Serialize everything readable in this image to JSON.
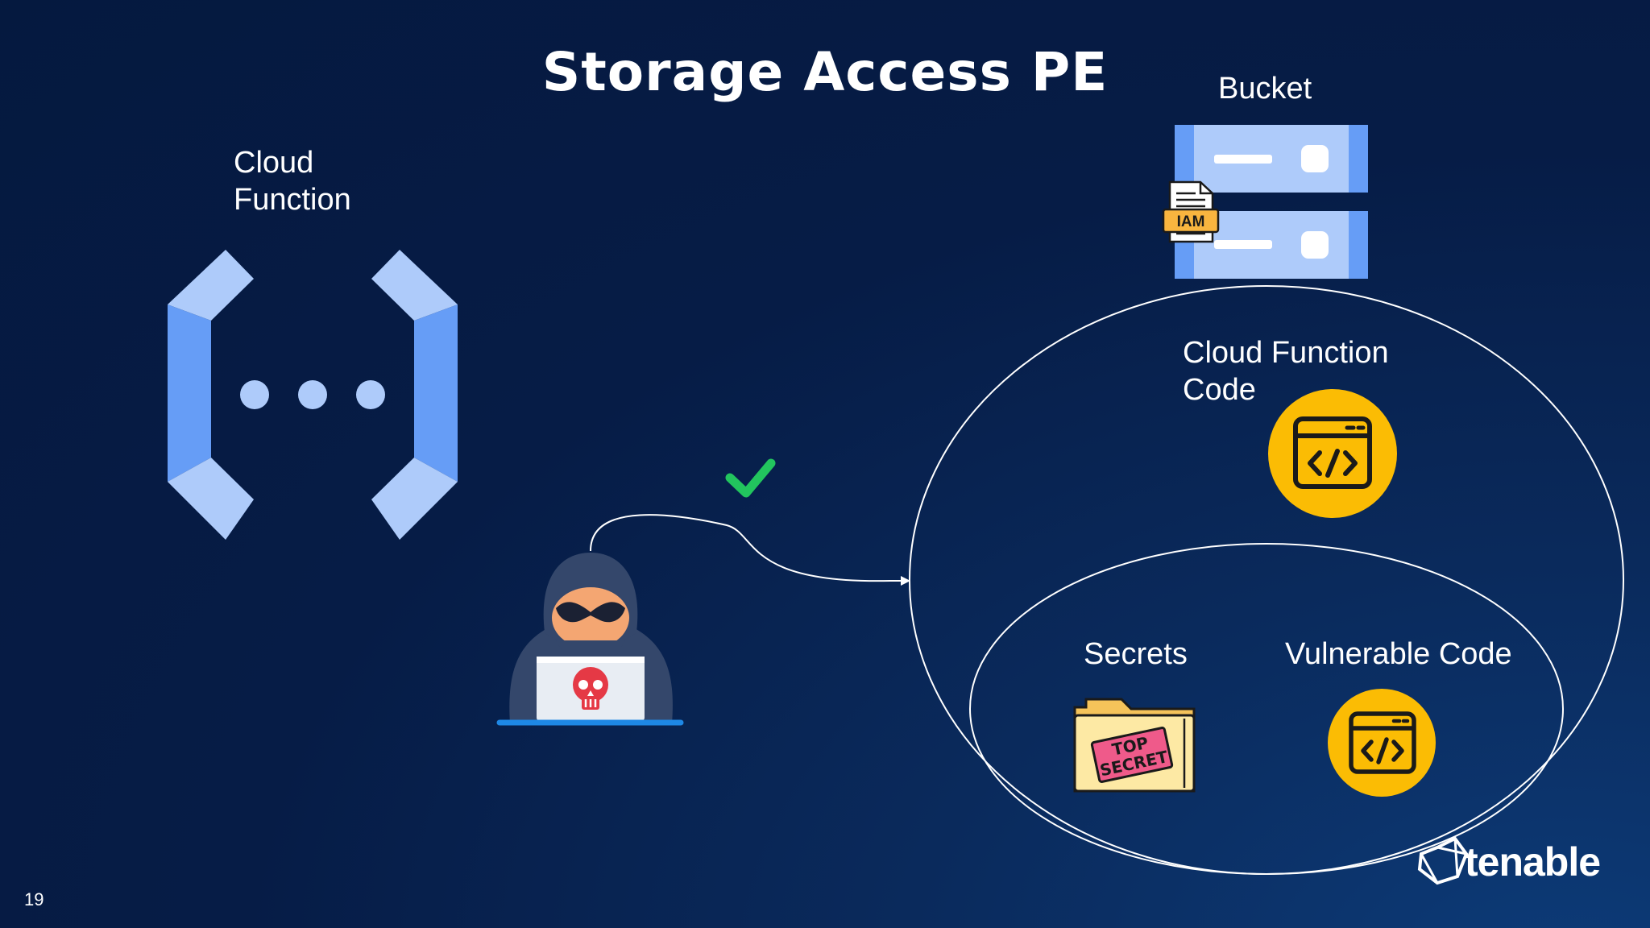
{
  "slide": {
    "title": "Storage Access PE",
    "page_number": "19"
  },
  "labels": {
    "cloud_function": "Cloud\nFunction",
    "bucket": "Bucket",
    "cloud_function_code": "Cloud Function\nCode",
    "secrets": "Secrets",
    "vulnerable_code": "Vulnerable Code"
  },
  "badges": {
    "iam": "IAM",
    "top_secret_line1": "TOP",
    "top_secret_line2": "SECRET"
  },
  "brand": {
    "name": "tenable"
  },
  "colors": {
    "background": "#061c46",
    "icon_light_blue": "#aecbfa",
    "icon_mid_blue": "#669df6",
    "icon_dark_blue": "#4285f4",
    "code_badge_yellow": "#fbbc04",
    "check_green": "#22c55e",
    "skull_red": "#e53945"
  },
  "icons": [
    "cloud-function-icon",
    "bucket-icon",
    "iam-document-icon",
    "code-window-icon",
    "top-secret-folder-icon",
    "hacker-icon",
    "checkmark-icon"
  ]
}
